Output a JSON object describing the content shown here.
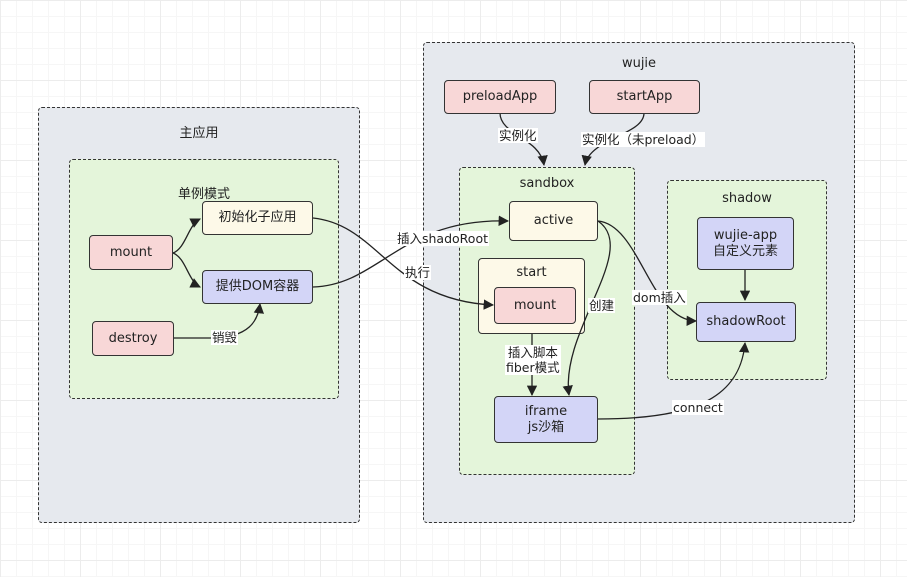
{
  "containers": {
    "main_app": {
      "title": "主应用"
    },
    "singleton_mode": {
      "title": "单例模式"
    },
    "wujie": {
      "title": "wujie"
    },
    "sandbox": {
      "title": "sandbox"
    },
    "start": {
      "title": "start"
    },
    "shadow": {
      "title": "shadow"
    }
  },
  "nodes": {
    "mount_main": "mount",
    "destroy": "destroy",
    "init_sub_app": "初始化子应用",
    "provide_dom": "提供DOM容器",
    "preload_app": "preloadApp",
    "start_app": "startApp",
    "active": "active",
    "mount_start": "mount",
    "iframe": {
      "line1": "iframe",
      "line2": "js沙箱"
    },
    "wujie_app": {
      "line1": "wujie-app",
      "line2": "自定义元素"
    },
    "shadow_root": "shadowRoot"
  },
  "edge_labels": {
    "destroy": "销毁",
    "instantiate": "实例化",
    "instantiate_no_preload": "实例化（未preload）",
    "insert_shadow_root": "插入shadoRoot",
    "execute": "执行",
    "create": "创建",
    "dom_insert": "dom插入",
    "insert_script": {
      "line1": "插入脚本",
      "line2": "fiber模式"
    },
    "connect": "connect"
  }
}
